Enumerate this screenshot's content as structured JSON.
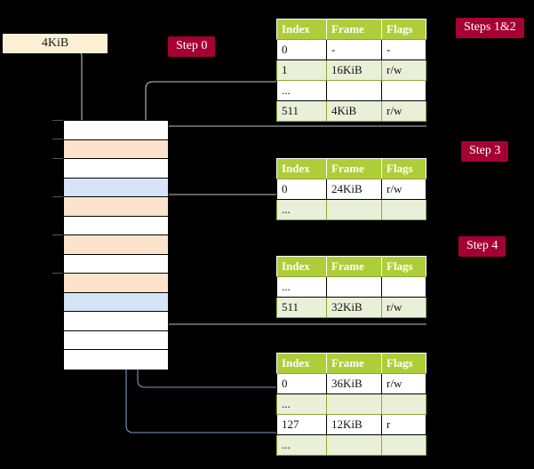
{
  "diagram": {
    "title_label": "4KiB",
    "badges": [
      {
        "name": "step-0",
        "label": "Step 0"
      },
      {
        "name": "steps-1-2",
        "label": "Steps 1&2"
      },
      {
        "name": "step-3",
        "label": "Step 3"
      },
      {
        "name": "step-4",
        "label": "Step 4"
      }
    ],
    "memory": {
      "rows": [
        {
          "fill": "white"
        },
        {
          "fill": "peach"
        },
        {
          "fill": "white"
        },
        {
          "fill": "blue"
        },
        {
          "fill": "peach"
        },
        {
          "fill": "white"
        },
        {
          "fill": "peach"
        },
        {
          "fill": "white"
        },
        {
          "fill": "peach"
        },
        {
          "fill": "blue"
        },
        {
          "fill": "white"
        },
        {
          "fill": "white"
        },
        {
          "fill": "white"
        }
      ],
      "colors": {
        "peach": "#FDE3CC",
        "blue": "#D6E4F7",
        "white": "#FFFFFF",
        "border": "#000000"
      }
    },
    "colors": {
      "badge_bg": "#A50034",
      "badge_text": "#FFFFFF",
      "label_bg": "#FDEFD4",
      "table_header_bg": "#AECE39",
      "table_alt_row_bg": "#EAEFD8",
      "highlight_bg": "#FFFF9E",
      "wire_grey": "#BFBFBF",
      "wire_blue": "#7C9BC4",
      "background": "#000000"
    },
    "columns": [
      "Index",
      "Frame",
      "Flags"
    ],
    "tables": [
      {
        "name": "table-steps-1-2",
        "rows": [
          {
            "index": "0",
            "frame": "-",
            "flags": "-",
            "alt": false,
            "highlight": false
          },
          {
            "index": "1",
            "frame": "16KiB",
            "flags": "r/w",
            "alt": true,
            "highlight": false
          },
          {
            "index": "...",
            "frame": "",
            "flags": "",
            "alt": false,
            "highlight": false
          },
          {
            "index": "511",
            "frame": "4KiB",
            "flags": "r/w",
            "alt": true,
            "highlight": true
          }
        ]
      },
      {
        "name": "table-step-3",
        "rows": [
          {
            "index": "0",
            "frame": "24KiB",
            "flags": "r/w",
            "alt": false,
            "highlight": false
          },
          {
            "index": "...",
            "frame": "",
            "flags": "",
            "alt": true,
            "highlight": false
          }
        ]
      },
      {
        "name": "table-step-4",
        "rows": [
          {
            "index": "...",
            "frame": "",
            "flags": "",
            "alt": false,
            "highlight": false
          },
          {
            "index": "511",
            "frame": "32KiB",
            "flags": "r/w",
            "alt": true,
            "highlight": false
          }
        ]
      },
      {
        "name": "table-final",
        "rows": [
          {
            "index": "0",
            "frame": "36KiB",
            "flags": "r/w",
            "alt": false,
            "highlight": false
          },
          {
            "index": "...",
            "frame": "",
            "flags": "",
            "alt": true,
            "highlight": false
          },
          {
            "index": "127",
            "frame": "12KiB",
            "flags": "r",
            "alt": false,
            "highlight": false
          },
          {
            "index": "...",
            "frame": "",
            "flags": "",
            "alt": true,
            "highlight": false
          }
        ]
      }
    ]
  }
}
